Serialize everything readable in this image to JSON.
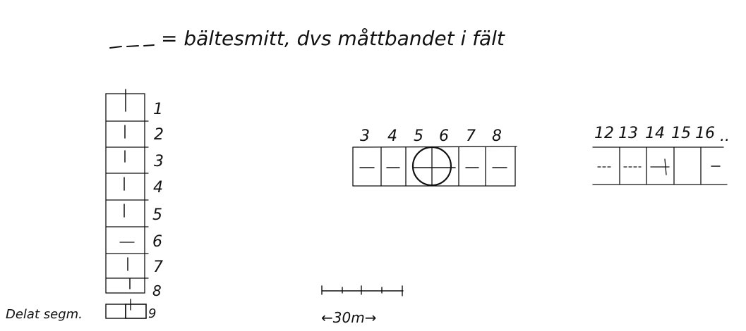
{
  "legend_text": "= bältesmitt, dvs måttbandet i fält",
  "segment_numbers": [
    "1",
    "2",
    "3",
    "4",
    "5",
    "6",
    "7",
    "8"
  ],
  "split_segment_label": "Delat segm.",
  "split_segment_number": "9",
  "mid_numbers": [
    "3",
    "4",
    "5",
    "6",
    "7",
    "8"
  ],
  "right_numbers": [
    "12",
    "13",
    "14",
    "15",
    "16"
  ],
  "right_ellipsis": "..",
  "scale_label": "←30m→",
  "ink_color": "#111111"
}
